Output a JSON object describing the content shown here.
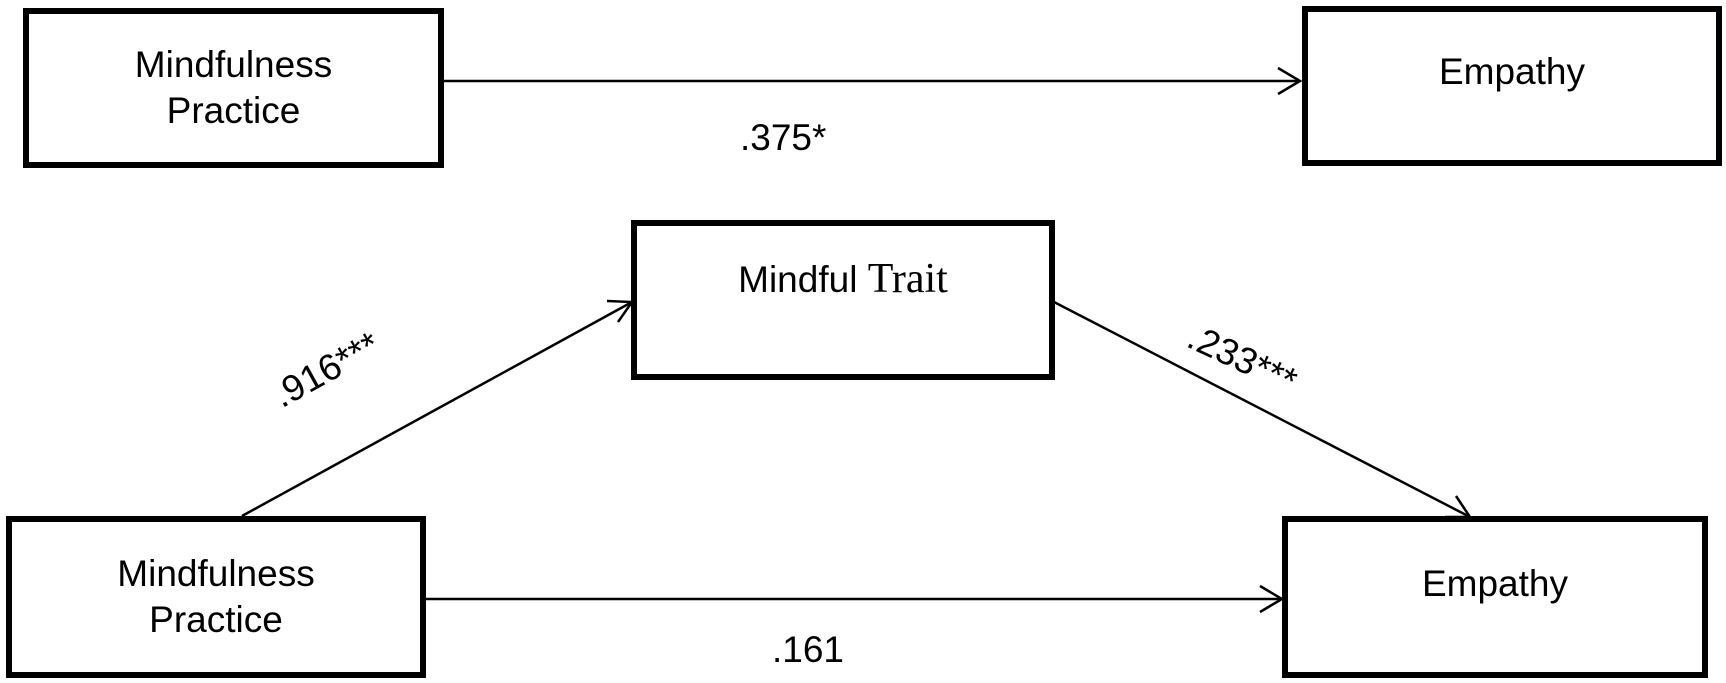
{
  "top_model": {
    "predictor": {
      "line1": "Mindfulness",
      "line2": "Practice"
    },
    "outcome": {
      "label": "Empathy"
    },
    "total_effect": ".375*"
  },
  "bottom_model": {
    "mediator": {
      "part1": "Mindful ",
      "part2": "Trait"
    },
    "predictor": {
      "line1": "Mindfulness",
      "line2": "Practice"
    },
    "outcome": {
      "label": "Empathy"
    },
    "path_a": ".916***",
    "path_b": ".233***",
    "direct_effect": ".161"
  }
}
